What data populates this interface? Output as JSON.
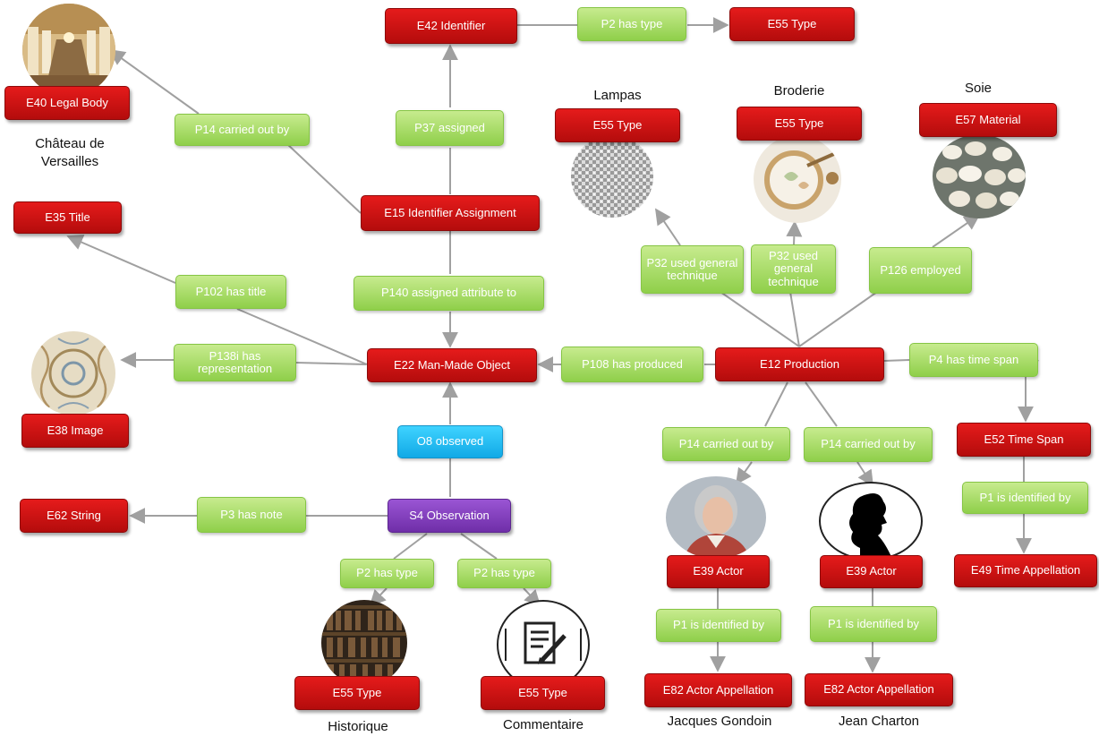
{
  "entities": {
    "e42": "E42 Identifier",
    "e55_top": "E55 Type",
    "e40": "E40 Legal Body",
    "e15": "E15 Identifier Assignment",
    "e35": "E35 Title",
    "e22": "E22 Man-Made Object",
    "e38": "E38 Image",
    "e62": "E62 String",
    "s4": "S4 Observation",
    "e55_hist": "E55 Type",
    "e55_comm": "E55 Type",
    "e55_lampas": "E55 Type",
    "e55_broderie": "E55 Type",
    "e57": "E57 Material",
    "e12": "E12 Production",
    "e52": "E52 Time Span",
    "e49": "E49 Time Appellation",
    "e39_a": "E39 Actor",
    "e39_b": "E39 Actor",
    "e82_a": "E82 Actor Appellation",
    "e82_b": "E82 Actor Appellation"
  },
  "properties": {
    "p2_top": "P2 has type",
    "p14_legal": "P14 carried out by",
    "p37": "P37 assigned",
    "p102": "P102 has title",
    "p140": "P140 assigned attribute to",
    "p138": "P138i has representation",
    "o8": "O8 observed",
    "p3": "P3 has note",
    "p2_hist": "P2 has type",
    "p2_comm": "P2 has type",
    "p108": "P108 has produced",
    "p32_a": "P32 used general technique",
    "p32_b": "P32 used general technique",
    "p126": "P126 employed",
    "p4": "P4 has time span",
    "p1_time": "P1 is identified by",
    "p14_a": "P14 carried out by",
    "p14_b": "P14 carried out by",
    "p1_a": "P1 is identified by",
    "p1_b": "P1 is identified by"
  },
  "captions": {
    "chateau": "Château de Versailles",
    "lampas": "Lampas",
    "broderie": "Broderie",
    "soie": "Soie",
    "historique": "Historique",
    "commentaire": "Commentaire",
    "gondoin": "Jacques Gondoin",
    "charton": "Jean Charton"
  },
  "images": {
    "versailles": "versailles-hall-image",
    "textile": "embroidered-textile-image",
    "lampas": "lampas-weave-image",
    "broderie": "embroidery-hoop-image",
    "soie": "silk-cocoons-image",
    "library": "library-shelves-image",
    "document": "document-pen-icon",
    "portrait": "actor-portrait-image",
    "silhouette": "actor-silhouette-image"
  },
  "colors": {
    "entity": "#d01414",
    "property": "#a6dc63",
    "observed": "#1ec0f5",
    "observation": "#8440c0",
    "arrow": "#a0a0a0"
  }
}
